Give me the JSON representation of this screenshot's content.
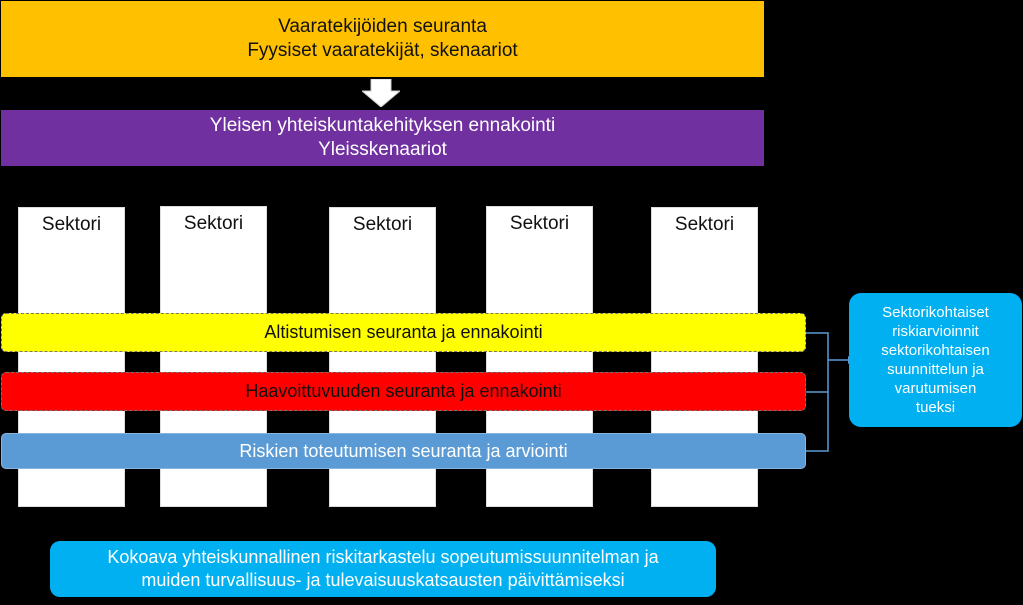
{
  "top_box": {
    "line1": "Vaaratekijöiden seuranta",
    "line2": "Fyysiset vaaratekijät, skenaariot"
  },
  "purple_box": {
    "line1": "Yleisen yhteiskuntakehityksen ennakointi",
    "line2": "Yleisskenaariot"
  },
  "sectors": [
    "Sektori",
    "Sektori",
    "Sektori",
    "Sektori",
    "Sektori"
  ],
  "bands": {
    "exposure": "Altistumisen seuranta ja ennakointi",
    "vulnerability": "Haavoittuvuuden seuranta ja ennakointi",
    "risk": "Riskien toteutumisen seuranta ja arviointi"
  },
  "side_box": {
    "lines": [
      "Sektorikohtaiset",
      "riskiarvioinnit",
      "sektorikohtaisen",
      "suunnittelun ja",
      "varutumisen",
      "tueksi"
    ]
  },
  "bottom_box": {
    "line1": "Kokoava yhteiskunnallinen riskitarkastelu sopeutumissuunnitelman ja",
    "line2": "muiden turvallisuus- ja tulevaisuuskatsausten päivittämiseksi"
  },
  "colors": {
    "top": "#FFC000",
    "purple": "#7030A0",
    "yellow": "#FFFF00",
    "red": "#FF0000",
    "blue_band": "#5B9BD5",
    "cyan": "#00B0F0",
    "background": "#000000"
  }
}
